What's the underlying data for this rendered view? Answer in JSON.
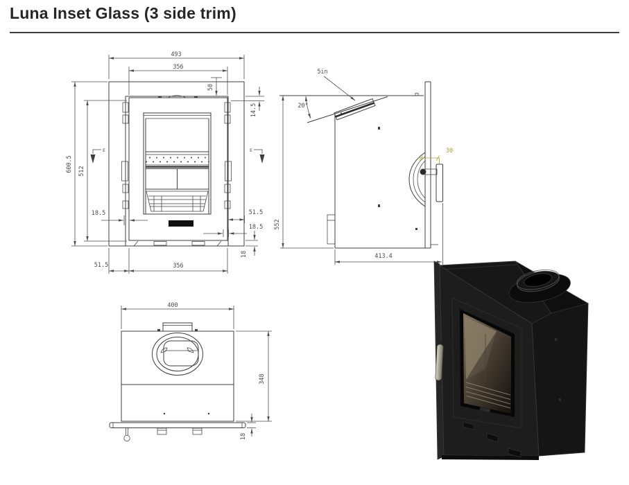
{
  "title": "Luna Inset Glass (3 side trim)",
  "colors": {
    "line": "#3e3e3e",
    "dim_text": "#4a4a4a",
    "accent_dim": "#a8a02c",
    "stove_black": "#1b1b1b"
  },
  "front_view": {
    "overall_width": "493",
    "inner_width": "356",
    "flue_offset": "50",
    "lip": "14.5",
    "overall_height": "600.5",
    "inner_height": "512",
    "gap_left": "18.5",
    "trim_side": "51.5",
    "gap_right": "18.5",
    "base_bar": "18",
    "trim_bottom": "51.5",
    "bottom_width": "356",
    "section_label": "E"
  },
  "side_view": {
    "flue_size": "5in",
    "flue_angle": "20°",
    "height": "552",
    "depth": "413.4",
    "handle_offset": "30"
  },
  "top_view": {
    "width": "400",
    "depth": "348",
    "base_bar": "18"
  }
}
